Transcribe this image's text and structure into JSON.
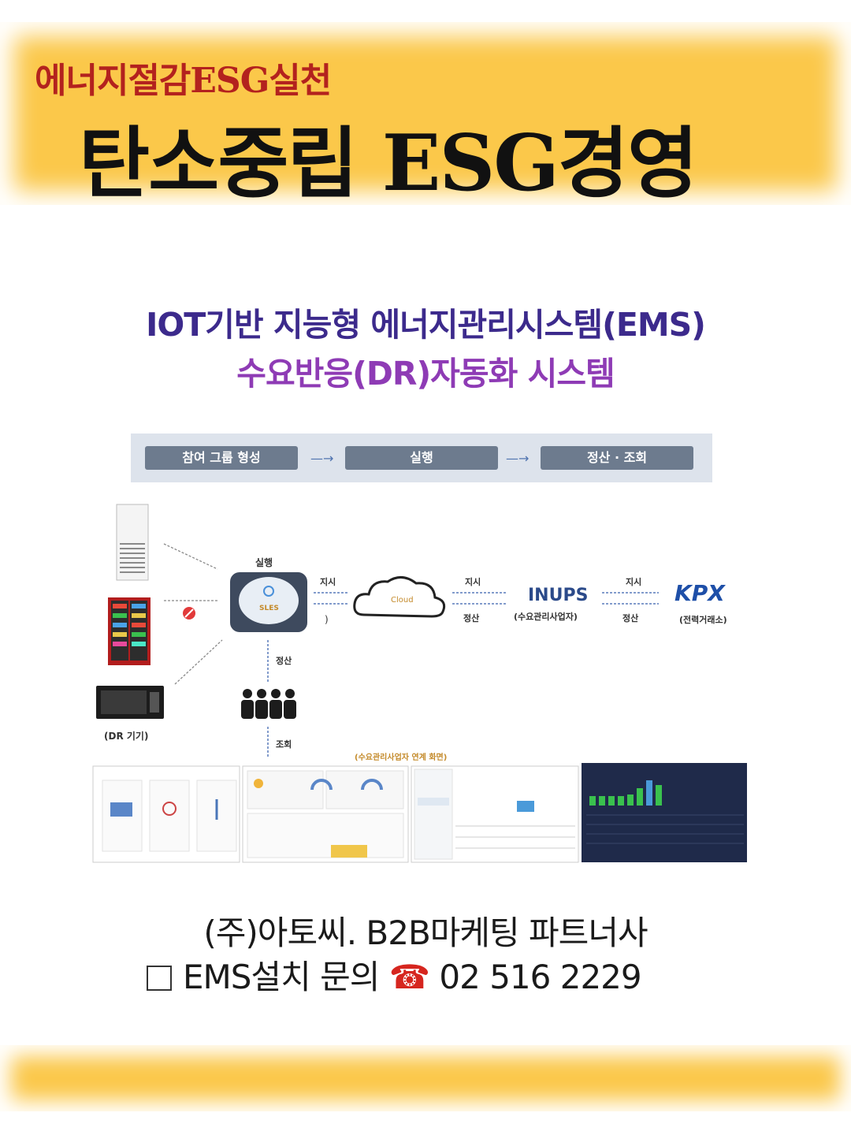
{
  "header": {
    "subtitle": "에너지절감ESG실천",
    "title": "탄소중립 ESG경영"
  },
  "headline": {
    "line1": "IOT기반 지능형 에너지관리시스템(EMS)",
    "line2": "수요반응(DR)자동화 시스템"
  },
  "diagram": {
    "steps": [
      "참여 그룹 형성",
      "실행",
      "정산 · 조회"
    ],
    "labels": {
      "execute": "실행",
      "sles": "SLES",
      "cloud": "Cloud",
      "instruct_1": "지시",
      "instruct_2": "지시",
      "instruct_3": "지시",
      "settle_1": "정산",
      "settle_2": "정산",
      "settle_3": "정산",
      "inquiry": "조회",
      "inups": "INUPS",
      "inups_sub": "(수요관리사업자)",
      "kpx": "KPX",
      "kpx_sub": "(전력거래소)",
      "dr_devices": "(DR 기기)",
      "screen_caption": "(수요관리사업자 연계 화면)"
    }
  },
  "footer": {
    "line1": "(주)아토씨.  B2B마케팅 파트너사",
    "line2_text": "EMS설치 문의",
    "phone_icon": "☎",
    "phone": "02 516 2229"
  },
  "colors": {
    "banner": "#fbc84a",
    "subtitle": "#b3221e",
    "headline1": "#3c2a8c",
    "headline2": "#8e3bb5",
    "phone_icon": "#d6261f"
  }
}
